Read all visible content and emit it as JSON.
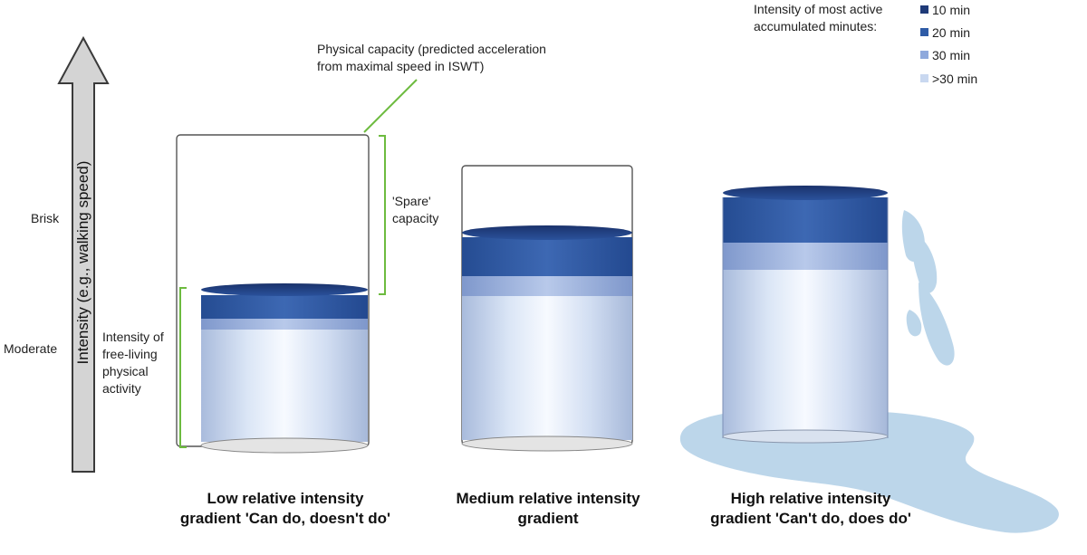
{
  "axis": {
    "label": "Intensity (e.g., walking speed)",
    "tick_brisk": "Brisk",
    "tick_moderate": "Moderate"
  },
  "annotations": {
    "physical_capacity": "Physical capacity (predicted acceleration\nfrom maximal speed in ISWT)",
    "spare_capacity": "'Spare'\ncapacity",
    "free_living": "Intensity of\nfree-living\nphysical\nactivity"
  },
  "legend": {
    "title": "Intensity of most active\naccumulated minutes:",
    "items": [
      {
        "label": "10 min",
        "color": "#1f3a78"
      },
      {
        "label": "20 min",
        "color": "#2e5ba6"
      },
      {
        "label": "30 min",
        "color": "#8fa9dc"
      },
      {
        "label": ">30 min",
        "color": "#c9d8f0"
      }
    ]
  },
  "glasses": [
    {
      "caption": "Low relative intensity\ngradient 'Can do, doesn't do'"
    },
    {
      "caption": "Medium relative intensity\ngradient"
    },
    {
      "caption": "High relative intensity\ngradient 'Can't do, does do'"
    }
  ],
  "colors": {
    "arrow_fill": "#d4d4d4",
    "arrow_stroke": "#3a3a3a",
    "bracket": "#6dbb3f",
    "spill": "#bcd6ea"
  }
}
